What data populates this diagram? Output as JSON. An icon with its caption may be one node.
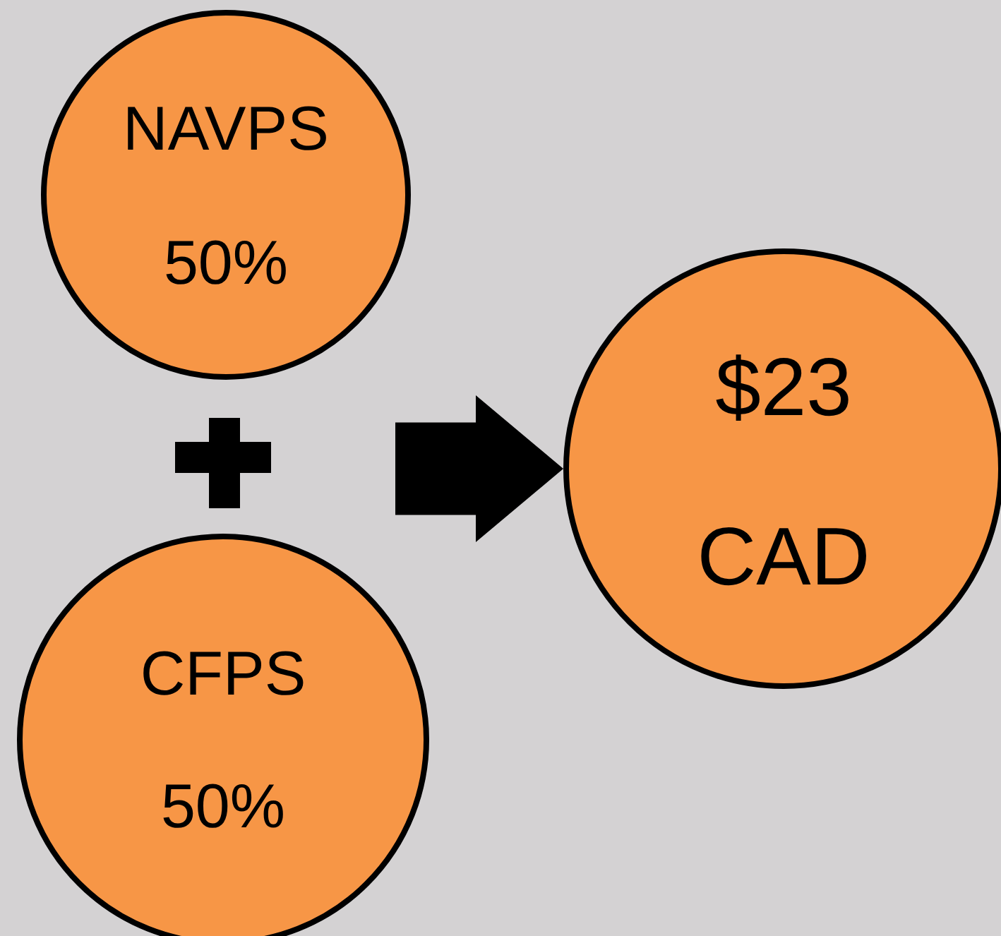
{
  "diagram": {
    "nodes": [
      {
        "text": [
          "NAVPS",
          "50%"
        ]
      },
      {
        "text": [
          "CFPS",
          "50%"
        ]
      },
      {
        "text": [
          "$23",
          "CAD"
        ]
      }
    ],
    "edges": [
      {
        "from": null,
        "to": 2,
        "arrow": "to",
        "style": "thick"
      }
    ]
  }
}
